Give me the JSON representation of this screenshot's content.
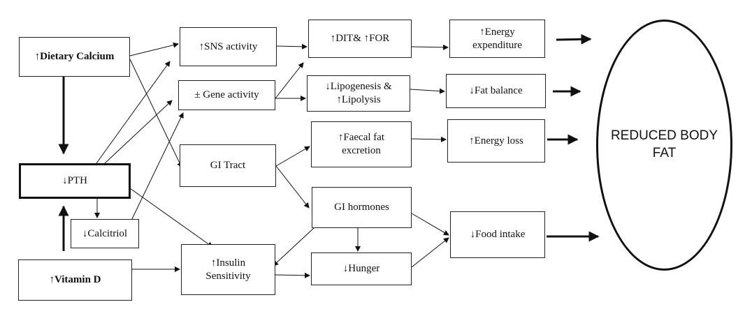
{
  "nodes": {
    "dietary_calcium": "↑Dietary Calcium",
    "pth": "↓PTH",
    "calcitriol": "↓Calcitriol",
    "vitamin_d": "↑Vitamin D",
    "sns_activity": "↑SNS activity",
    "gene_activity": "± Gene activity",
    "gi_tract": "GI Tract",
    "insulin_sensitivity": "↑Insulin\nSensitivity",
    "dit_for": "↑DIT& ↑FOR",
    "lipogenesis": "↓Lipogenesis &\n↑Lipolysis",
    "faecal_fat": "↑Faecal fat\nexcretion",
    "gi_hormones": "GI hormones",
    "hunger": "↓Hunger",
    "energy_expenditure": "↑Energy\nexpenditure",
    "fat_balance": "↓Fat balance",
    "energy_loss": "↑Energy loss",
    "food_intake": "↓Food intake",
    "reduced_body_fat": "REDUCED BODY\nFAT"
  }
}
